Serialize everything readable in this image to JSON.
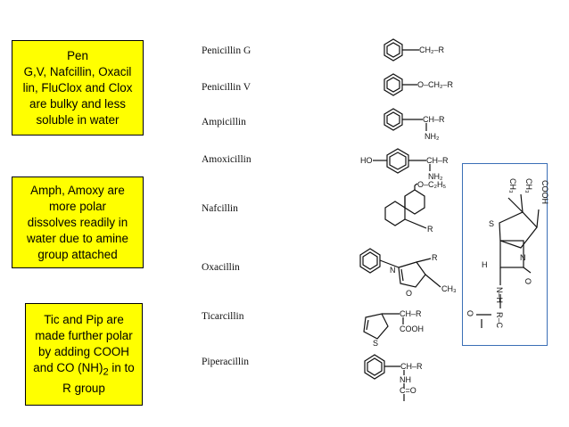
{
  "notes": {
    "bulky": {
      "line1": "Pen",
      "line2": "G,V, Nafcillin, Oxacil",
      "line3": "lin, FluClox and Clox",
      "line4": "are  bulky and less",
      "line5": "soluble in water"
    },
    "polar": {
      "line1": "Amph, Amoxy are",
      "line2": "more polar",
      "line3": "dissolves readily in",
      "line4": "water due to amine",
      "line5": "group attached"
    },
    "further": {
      "line1": "Tic and Pip are",
      "line2": "made further polar",
      "line3": "by adding COOH",
      "line4_pre": "and CO (NH)",
      "line4_sub": "2",
      "line4_post": " in to",
      "line5": "R group"
    }
  },
  "drugs": {
    "pen_g": "Penicillin G",
    "pen_v": "Penicillin V",
    "ampicillin": "Ampicillin",
    "amoxicillin": "Amoxicillin",
    "nafcillin": "Nafcillin",
    "oxacillin": "Oxacillin",
    "ticarcillin": "Ticarcillin",
    "piperacillin": "Piperacillin"
  },
  "structures": {
    "pen_g": {
      "tail": "CH₂–R"
    },
    "pen_v": {
      "tail": "O–CH₂–R"
    },
    "ampicillin": {
      "tail": "CH–R",
      "sub": "NH₂"
    },
    "amoxicillin": {
      "prefix": "HO",
      "tail": "CH–R",
      "sub": "NH₂"
    },
    "nafcillin": {
      "top": "O–C₂H₅",
      "tail": "R"
    },
    "oxacillin": {
      "r": "R",
      "n": "N",
      "o": "O",
      "ch3": "CH₃"
    },
    "ticarcillin": {
      "tail": "CH–R",
      "sub": "COOH",
      "s": "S"
    },
    "piperacillin": {
      "tail": "CH–R",
      "nh": "NH",
      "co": "C=O"
    }
  },
  "core": {
    "ch3a": "CH₃",
    "ch3b": "CH₃",
    "cooh": "COOH",
    "s": "S",
    "n": "N",
    "h": "H",
    "o": "O",
    "nh": "N–H",
    "co_r": "R–C"
  }
}
